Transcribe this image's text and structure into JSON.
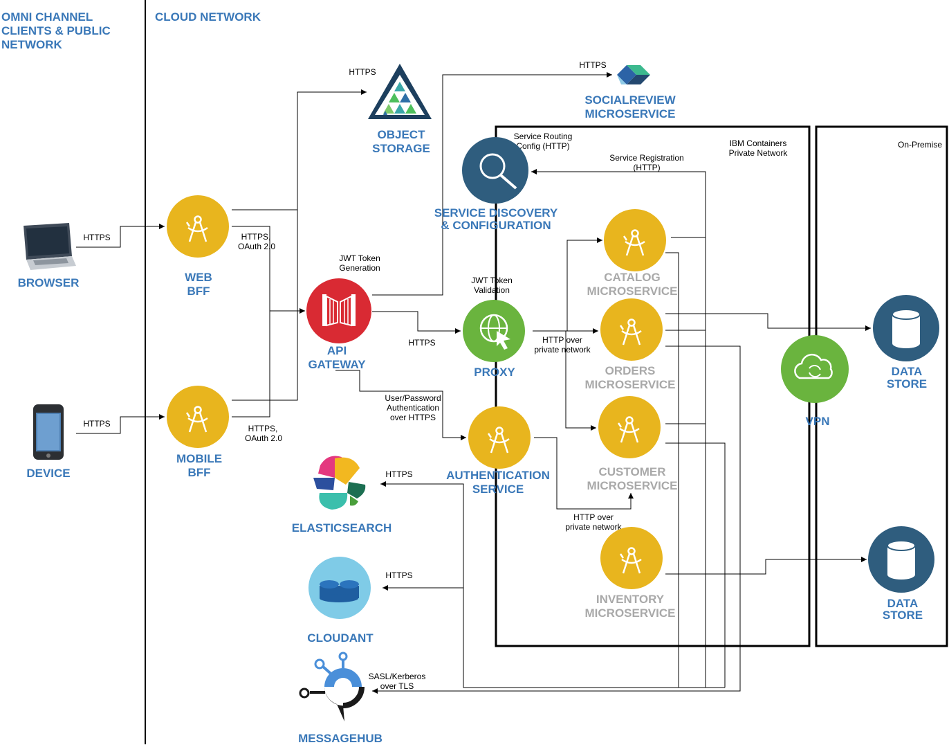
{
  "colors": {
    "yellow": "#e8b51e",
    "red": "#d92a33",
    "green": "#6ab43e",
    "navy": "#2f5d7e",
    "blue_text": "#3a78b8",
    "gray_text": "#a9a9a9"
  },
  "zones": {
    "clients": [
      "OMNI CHANNEL",
      "CLIENTS & PUBLIC",
      "NETWORK"
    ],
    "cloud": "CLOUD NETWORK",
    "containers": [
      "IBM Containers",
      "Private Network"
    ],
    "onprem": "On-Premise"
  },
  "nodes": {
    "browser": "BROWSER",
    "device": "DEVICE",
    "web_bff": [
      "WEB",
      "BFF"
    ],
    "mobile_bff": [
      "MOBILE",
      "BFF"
    ],
    "object_storage": [
      "OBJECT",
      "STORAGE"
    ],
    "socialreview": [
      "SOCIALREVIEW",
      "MICROSERVICE"
    ],
    "api_gateway": [
      "API",
      "GATEWAY"
    ],
    "service_discovery": [
      "SERVICE DISCOVERY",
      "& CONFIGURATION"
    ],
    "proxy": "PROXY",
    "authentication": [
      "AUTHENTICATION",
      "SERVICE"
    ],
    "catalog": [
      "CATALOG",
      "MICROSERVICE"
    ],
    "orders": [
      "ORDERS",
      "MICROSERVICE"
    ],
    "customer": [
      "CUSTOMER",
      "MICROSERVICE"
    ],
    "inventory": [
      "INVENTORY",
      "MICROSERVICE"
    ],
    "vpn": "VPN",
    "data_store_1": [
      "DATA",
      "STORE"
    ],
    "data_store_2": [
      "DATA",
      "STORE"
    ],
    "elasticsearch": "ELASTICSEARCH",
    "cloudant": "CLOUDANT",
    "messagehub": "MESSAGEHUB"
  },
  "edge_labels": {
    "browser_https": "HTTPS",
    "device_https": "HTTPS",
    "web_oauth": [
      "HTTPS,",
      "OAuth 2.0"
    ],
    "mobile_oauth": [
      "HTTPS,",
      "OAuth 2.0"
    ],
    "object_https": "HTTPS",
    "social_https": "HTTPS",
    "jwt_gen": [
      "JWT Token",
      "Generation"
    ],
    "jwt_val": [
      "JWT Token",
      "Validation"
    ],
    "gateway_proxy": "HTTPS",
    "routing": [
      "Service Routing",
      "Config (HTTP)"
    ],
    "registration": [
      "Service Registration",
      "(HTTP)"
    ],
    "proxy_private": [
      "HTTP over",
      "private network"
    ],
    "auth_private": [
      "HTTP over",
      "private network"
    ],
    "user_pw": [
      "User/Password",
      "Authentication",
      "over HTTPS"
    ],
    "elastic_https": "HTTPS",
    "cloudant_https": "HTTPS",
    "sasl": [
      "SASL/Kerberos",
      "over TLS"
    ]
  }
}
